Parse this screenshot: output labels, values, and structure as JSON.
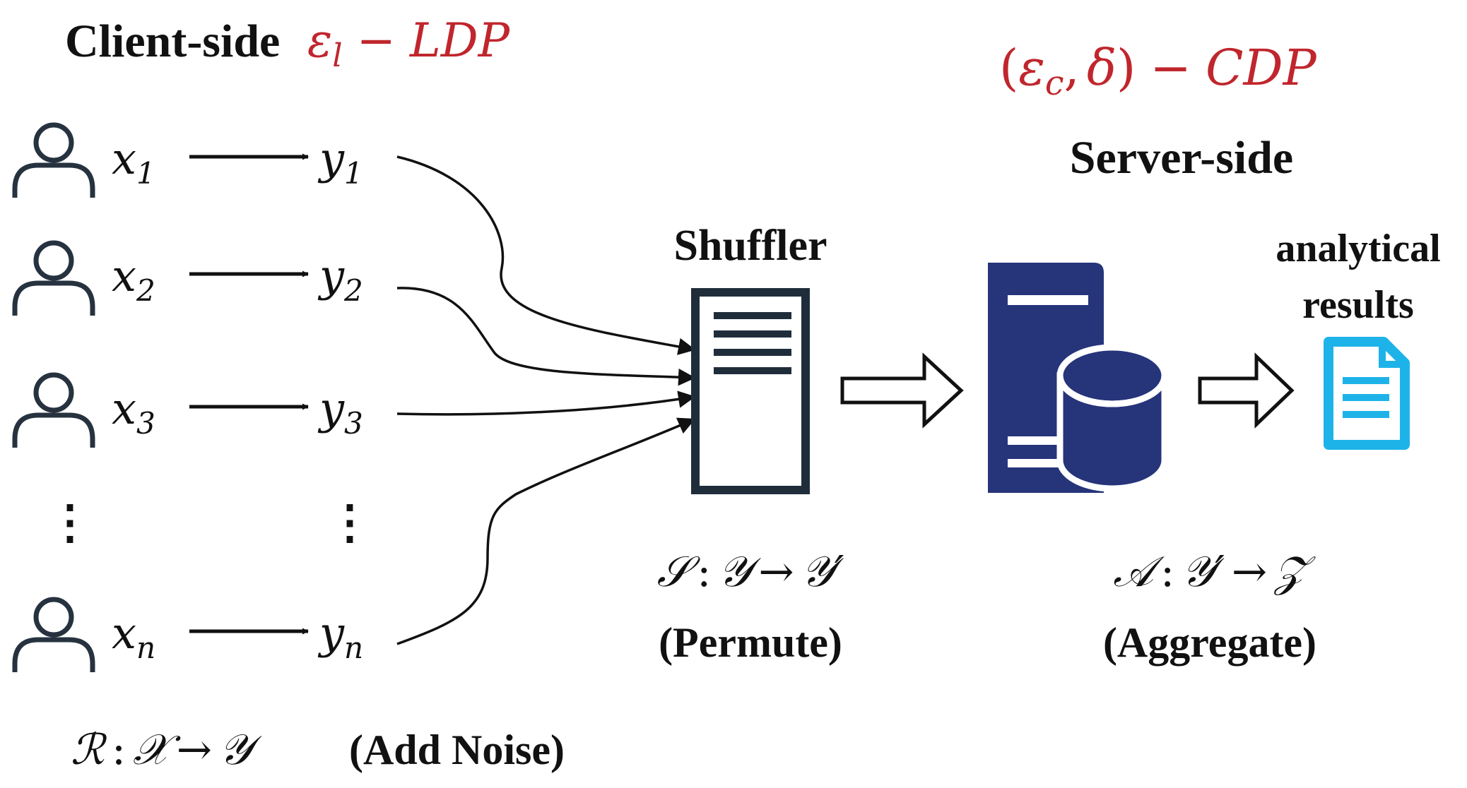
{
  "client": {
    "title": "Client-side",
    "ldp": {
      "eps": "ε",
      "eps_sub": "l",
      "op": "−",
      "name": "LDP"
    },
    "x_labels": [
      {
        "base": "x",
        "sub": "1"
      },
      {
        "base": "x",
        "sub": "2"
      },
      {
        "base": "x",
        "sub": "3"
      },
      {
        "base": "x",
        "sub": "n"
      }
    ],
    "y_labels": [
      {
        "base": "y",
        "sub": "1"
      },
      {
        "base": "y",
        "sub": "2"
      },
      {
        "base": "y",
        "sub": "3"
      },
      {
        "base": "y",
        "sub": "n"
      }
    ],
    "dots": "⋮",
    "mapping": {
      "R": "ℛ",
      "colon": ":",
      "X": "𝒳",
      "arrow": "→",
      "Y": "𝒴"
    },
    "caption": "(Add Noise)"
  },
  "shuffler": {
    "title": "Shuffler",
    "mapping": {
      "S": "𝒮",
      "colon": ":",
      "Y": "𝒴",
      "arrow": "→",
      "Yp": "𝒴′"
    },
    "caption": "(Permute)"
  },
  "server": {
    "cdp": {
      "open": "(",
      "eps": "ε",
      "eps_sub": "c",
      "comma": ",",
      "delta": "δ",
      "close": ")",
      "op": "−",
      "name": "CDP"
    },
    "title": "Server-side",
    "mapping": {
      "A": "𝒜",
      "colon": ":",
      "Yp": "𝒴′",
      "arrow": "→",
      "Z": "𝒵"
    },
    "caption": "(Aggregate)"
  },
  "results": {
    "line1": "analytical",
    "line2": "results"
  },
  "colors": {
    "accent_red": "#c0262d",
    "user_icon": "#26323f",
    "shuffler_icon": "#1f2d3b",
    "server_icon": "#26347a",
    "doc_icon": "#1eb3e8",
    "ink": "#111111"
  },
  "icons": [
    "user-icon",
    "shuffler-server-icon",
    "database-server-icon",
    "document-icon"
  ]
}
